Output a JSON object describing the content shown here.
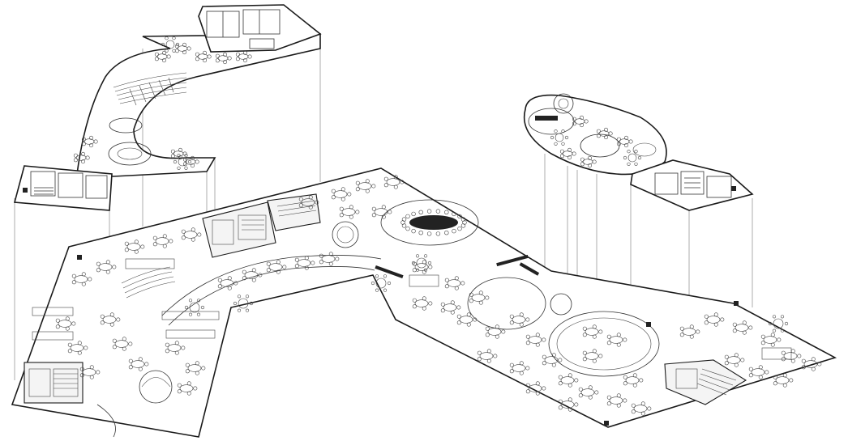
{
  "diagram": {
    "colors": {
      "line": "#1a1a1a",
      "projection": "#777777",
      "background": "#ffffff",
      "fill_dark": "#222222"
    },
    "furniture": {
      "clusters": 58,
      "seats_per_cluster": 5,
      "round_tables": 14
    }
  }
}
